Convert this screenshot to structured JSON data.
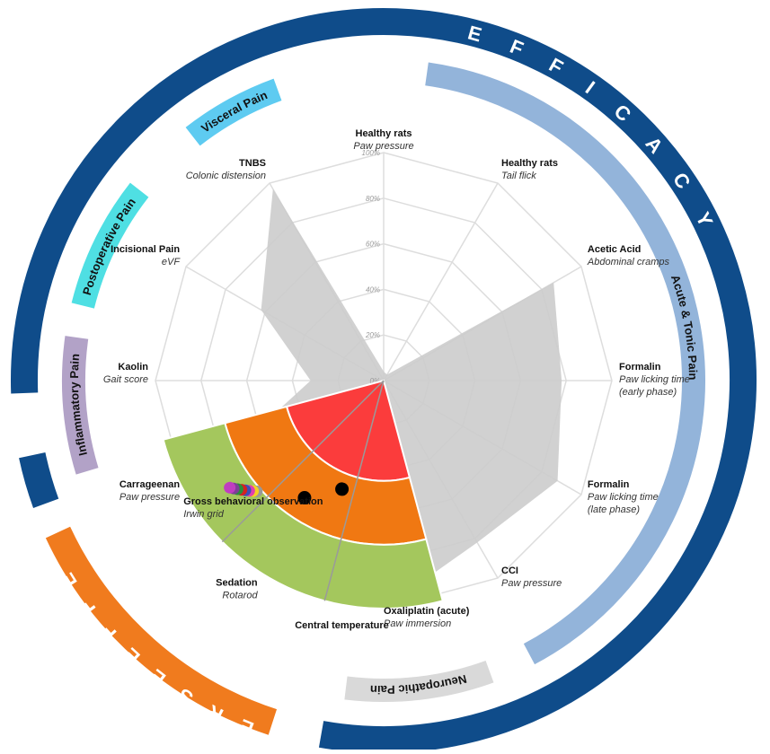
{
  "chart_data": {
    "type": "radar",
    "ticks": [
      "0%",
      "20%",
      "40%",
      "60%",
      "80%",
      "100%"
    ],
    "rlim": [
      0,
      100
    ],
    "grid": true,
    "efficacy": {
      "label": "EFFICACY",
      "axes": [
        {
          "title": "Healthy rats",
          "subtitle": "Paw pressure",
          "value": 4
        },
        {
          "title": "Healthy rats",
          "subtitle": "Tail flick",
          "value": 3
        },
        {
          "title": "Acetic Acid",
          "subtitle": "Abdominal cramps",
          "value": 86
        },
        {
          "title": "Formalin",
          "subtitle": "Paw licking time (early phase)",
          "value": 78
        },
        {
          "title": "Formalin",
          "subtitle": "Paw licking time (late phase)",
          "value": 88
        },
        {
          "title": "CCI",
          "subtitle": "Paw pressure",
          "value": 82
        },
        {
          "title": "Oxaliplatin (acute)",
          "subtitle": "Paw immersion",
          "value": 100
        },
        {
          "title": "Carrageenan",
          "subtitle": "Paw pressure",
          "value": 100
        },
        {
          "title": "Kaolin",
          "subtitle": "Gait score",
          "value": 32
        },
        {
          "title": "Incisional Pain",
          "subtitle": "eVF",
          "value": 62
        },
        {
          "title": "TNBS",
          "subtitle": "Colonic distension",
          "value": 97
        }
      ],
      "categories": [
        {
          "name": "Visceral Pain",
          "color": "#5ecbf1"
        },
        {
          "name": "Acute & Tonic Pain",
          "color": "#93b4da"
        },
        {
          "name": "Neuropathic Pain",
          "color": "#d9d9d9"
        },
        {
          "name": "Inflammatory Pain",
          "color": "#b2a2c7"
        },
        {
          "name": "Postoperative Pain",
          "color": "#4fdfe3"
        }
      ]
    },
    "adverse": {
      "label": "ADVERSE EFFECTS",
      "axes": [
        {
          "title": "Gross behavioral observation",
          "subtitle": "Irwin grid",
          "markers": [
            "#999999",
            "#f5d21f",
            "#e040b0",
            "#3c4fb5",
            "#d62020",
            "#2a8c3c",
            "#7f3f98",
            "#c03ec0"
          ]
        },
        {
          "title": "Sedation",
          "subtitle": "Rotarod",
          "markers": [
            "#000000"
          ]
        },
        {
          "title": "Central temperature",
          "subtitle": "",
          "markers": [
            "#000000"
          ]
        }
      ],
      "zone_colors": [
        "#fb3c3c",
        "#f07812",
        "#a4c75d"
      ]
    },
    "colors": {
      "efficacy_ring": "#0f4c8a",
      "adverse_ring": "#f07b1e",
      "radar_fill": "#cccccc"
    }
  }
}
